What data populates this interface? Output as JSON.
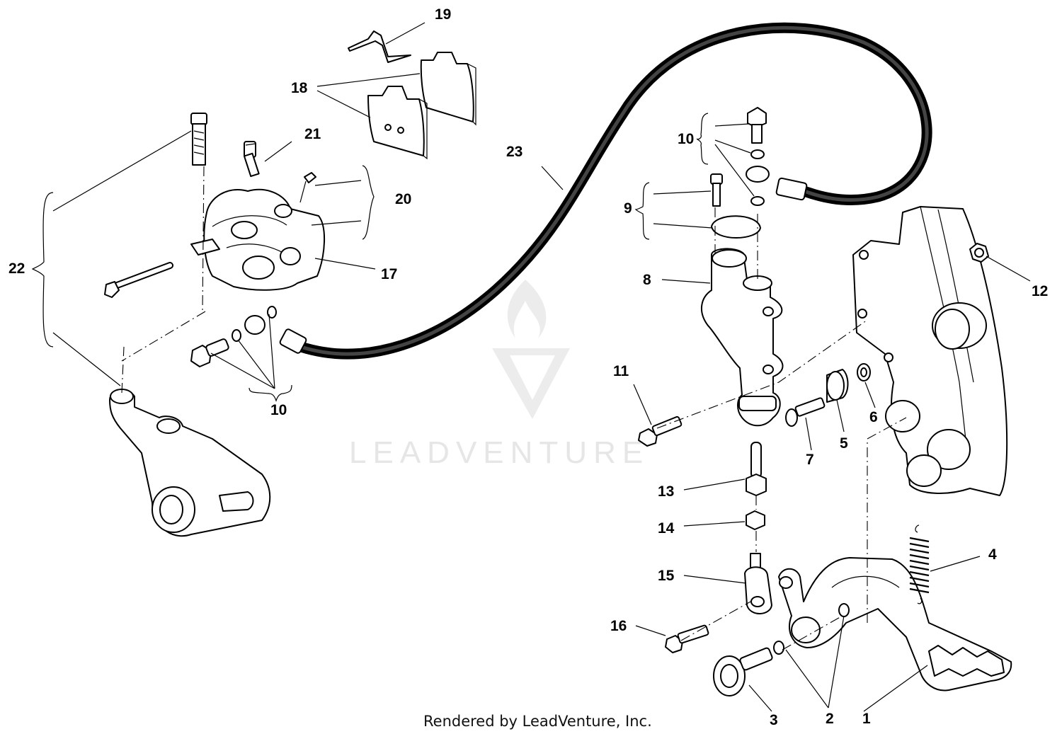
{
  "callouts": {
    "c1": "1",
    "c2": "2",
    "c3": "3",
    "c4": "4",
    "c5": "5",
    "c6": "6",
    "c7": "7",
    "c8": "8",
    "c9": "9",
    "c10a": "10",
    "c10b": "10",
    "c11": "11",
    "c12": "12",
    "c13": "13",
    "c14": "14",
    "c15": "15",
    "c16": "16",
    "c17": "17",
    "c18": "18",
    "c19": "19",
    "c20": "20",
    "c21": "21",
    "c22": "22",
    "c23": "23"
  },
  "watermark": {
    "brand": "LEADVENTURE"
  },
  "footer": {
    "credit": "Rendered by LeadVenture, Inc."
  }
}
